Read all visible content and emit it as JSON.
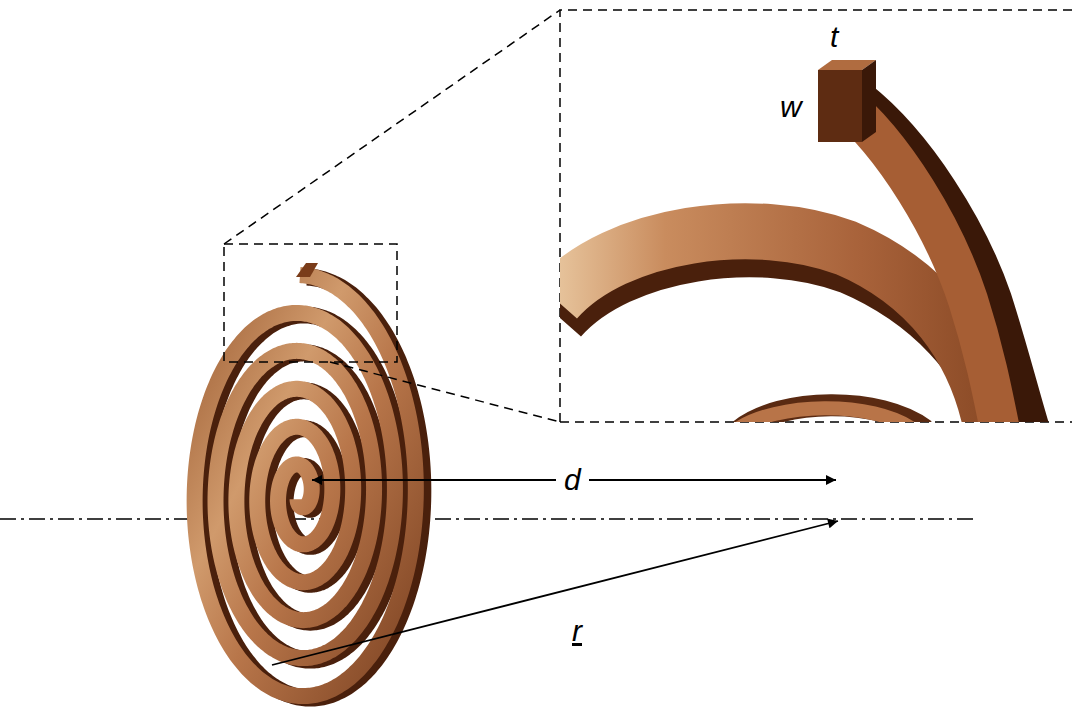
{
  "diagram": {
    "labels": [
      "t",
      "w",
      "d",
      "r"
    ]
  }
}
